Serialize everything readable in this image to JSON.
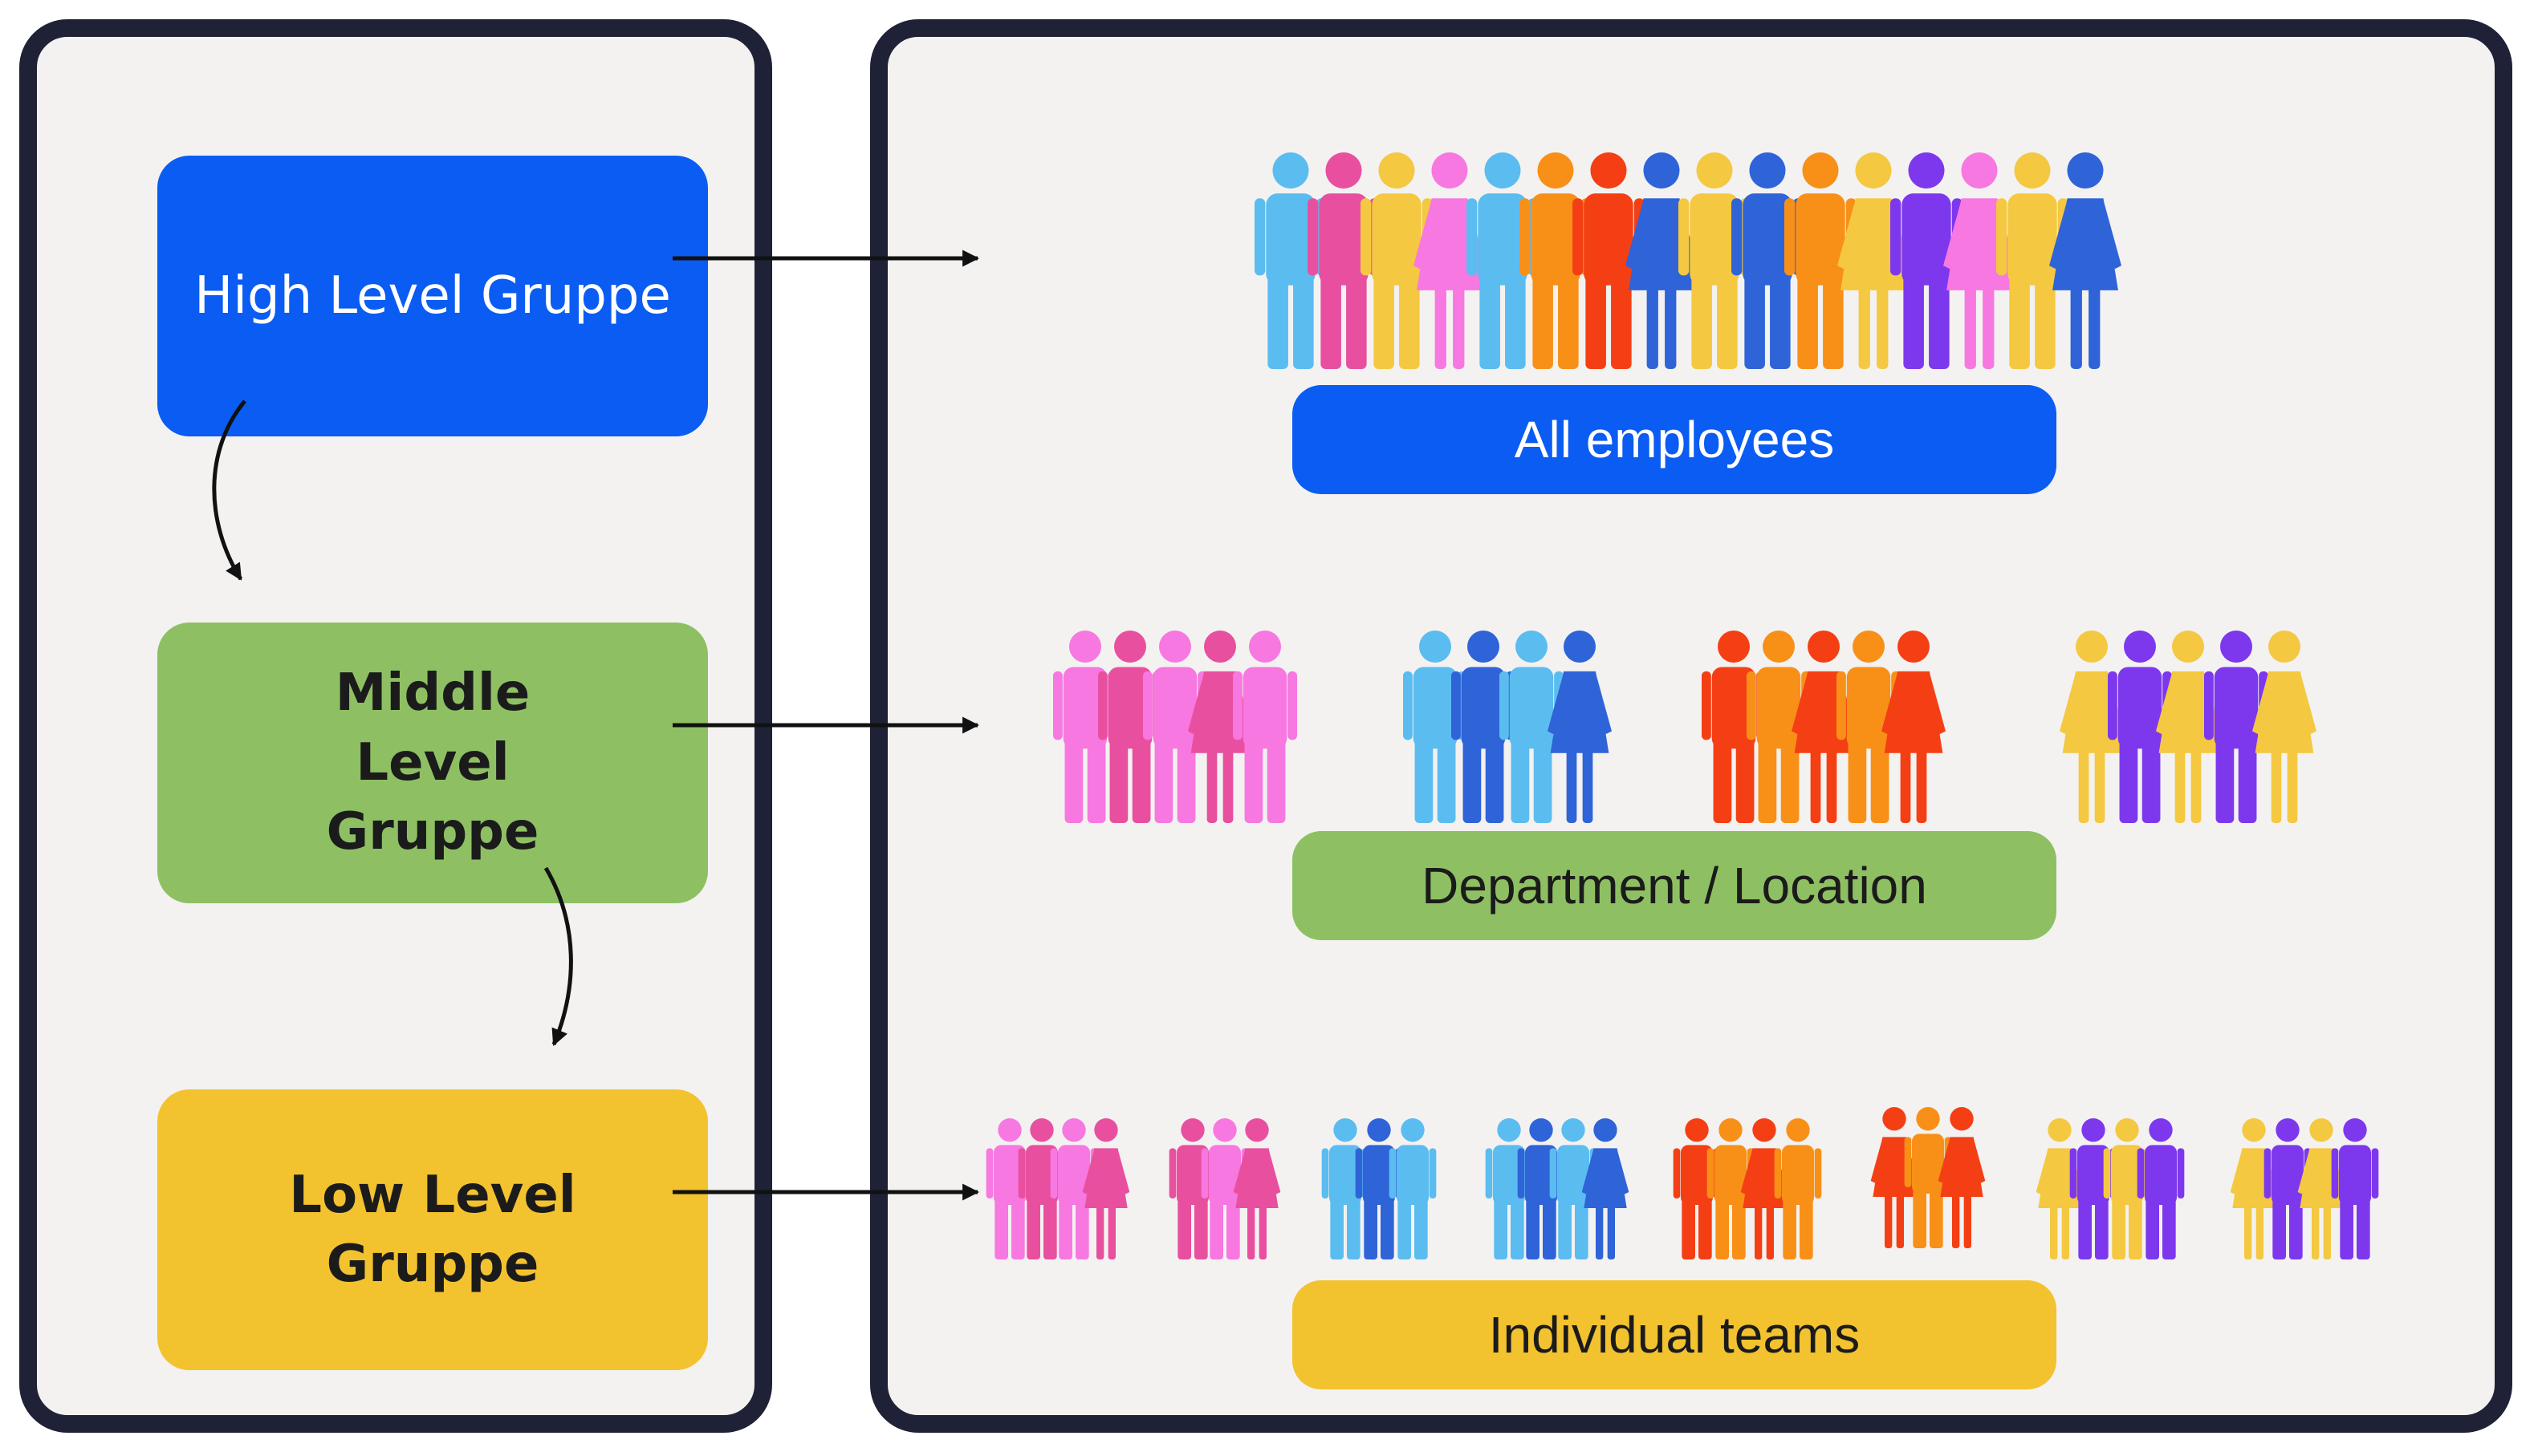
{
  "left": {
    "high": "High Level Gruppe",
    "middle": "Middle Level Gruppe",
    "low": "Low Level Gruppe"
  },
  "right": {
    "all": "All employees",
    "dept": "Department / Location",
    "teams": "Individual teams"
  },
  "colors": {
    "high": "#0a5cf2",
    "middle": "#8ec063",
    "low": "#f3c22f",
    "frame": "#1f2236",
    "panel": "#f3f2f1"
  }
}
